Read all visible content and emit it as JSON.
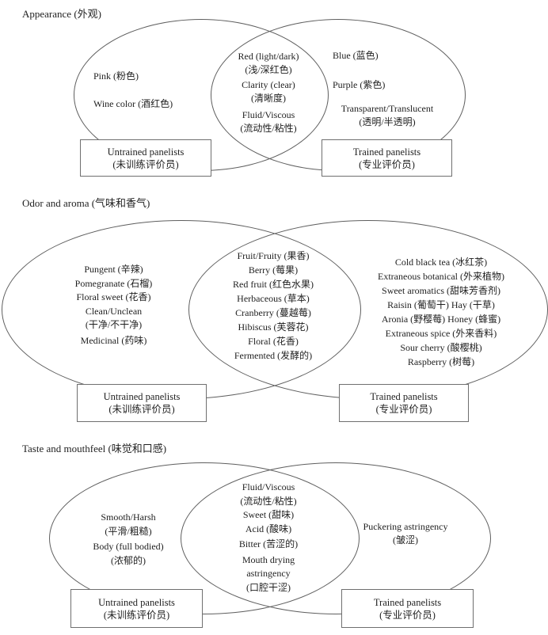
{
  "figure": {
    "colors": {
      "bg": "#ffffff",
      "text": "#1f1f1f",
      "outline": "#5f5f5f",
      "box_border": "#6f6f6f"
    },
    "diagrams": [
      {
        "title": "Appearance (外观)",
        "left_items": [
          "Pink (粉色)",
          "Wine color (酒红色)"
        ],
        "center_items": [
          "Red (light/dark)",
          "(浅/深红色)",
          "Clarity (clear)",
          "(清晰度)",
          "Fluid/Viscous",
          "(流动性/粘性)"
        ],
        "right_items": [
          "Blue (蓝色)",
          "Purple (紫色)",
          "Transparent/Translucent",
          "(透明/半透明)"
        ],
        "untrained_label": [
          "Untrained panelists",
          "(未训练评价员)"
        ],
        "trained_label": [
          "Trained panelists",
          "(专业评价员)"
        ]
      },
      {
        "title": "Odor and aroma (气味和香气)",
        "left_items": [
          "Pungent (辛辣)",
          "Pomegranate (石榴)",
          "Floral sweet (花香)",
          "Clean/Unclean",
          "(干净/不干净)",
          "Medicinal (药味)"
        ],
        "center_items": [
          "Fruit/Fruity (果香)",
          "Berry (莓果)",
          "Red fruit (红色水果)",
          "Herbaceous (草本)",
          "Cranberry (蔓越莓)",
          "Hibiscus (芙蓉花)",
          "Floral (花香)",
          "Fermented (发酵的)"
        ],
        "right_items": [
          "Cold black tea (冰红茶)",
          "Extraneous botanical (外来植物)",
          "Sweet aromatics (甜味芳香剂)",
          "Raisin (葡萄干) Hay (干草)",
          "Aronia (野樱莓) Honey (蜂蜜)",
          "Extraneous spice (外来香料)",
          "Sour cherry (酸樱桃)",
          "Raspberry (树莓)"
        ],
        "untrained_label": [
          "Untrained panelists",
          "(未训练评价员)"
        ],
        "trained_label": [
          "Trained panelists",
          "(专业评价员)"
        ]
      },
      {
        "title": "Taste and mouthfeel (味觉和口感)",
        "left_items": [
          "Smooth/Harsh",
          "(平滑/粗糙)",
          "Body (full bodied)",
          "(浓郁的)"
        ],
        "center_items": [
          "Fluid/Viscous",
          "(流动性/粘性)",
          "Sweet (甜味)",
          "Acid (酸味)",
          "Bitter (苦涩的)",
          "Mouth drying",
          "astringency",
          "(口腔干涩)"
        ],
        "right_items": [
          "Puckering astringency",
          "(皱涩)"
        ],
        "untrained_label": [
          "Untrained panelists",
          "(未训练评价员)"
        ],
        "trained_label": [
          "Trained panelists",
          "(专业评价员)"
        ]
      }
    ]
  }
}
